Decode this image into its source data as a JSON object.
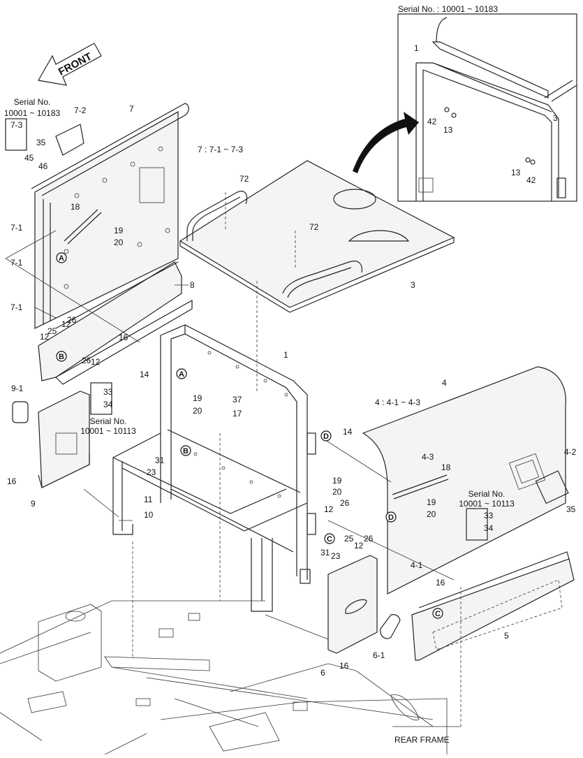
{
  "inset": {
    "serial_label": "Serial No. : 10001 ~ 10183"
  },
  "front_label": "FRONT",
  "serial_notes": [
    {
      "id": "top-left",
      "line1": "Serial No.",
      "line2": "10001 ~ 10183"
    },
    {
      "id": "middle-left",
      "line1": "Serial No.",
      "line2": "10001 ~ 10113"
    },
    {
      "id": "right",
      "line1": "Serial No.",
      "line2": "10001 ~ 10113"
    }
  ],
  "assembly_notes": [
    "7 : 7-1 ~ 7-3",
    "4 : 4-1 ~ 4-3"
  ],
  "bottom_label": "REAR FRAME",
  "callout_letters": [
    "A",
    "B",
    "C",
    "D"
  ],
  "part_labels": [
    "1",
    "1",
    "3",
    "3",
    "42",
    "13",
    "13",
    "42",
    "7",
    "7-2",
    "7-3",
    "35",
    "45",
    "46",
    "18",
    "19",
    "20",
    "7-1",
    "7-1",
    "7-1",
    "8",
    "72",
    "72",
    "25",
    "12",
    "26",
    "12",
    "26",
    "12",
    "16",
    "14",
    "33",
    "34",
    "9-1",
    "16",
    "9",
    "19",
    "20",
    "37",
    "17",
    "23",
    "31",
    "11",
    "10",
    "14",
    "19",
    "20",
    "12",
    "26",
    "26",
    "12",
    "25",
    "31",
    "23",
    "4",
    "4-3",
    "18",
    "19",
    "20",
    "4-2",
    "35",
    "33",
    "34",
    "4-1",
    "16",
    "5",
    "6",
    "16",
    "6-1"
  ],
  "colors": {
    "line": "#222222",
    "background": "#ffffff"
  }
}
